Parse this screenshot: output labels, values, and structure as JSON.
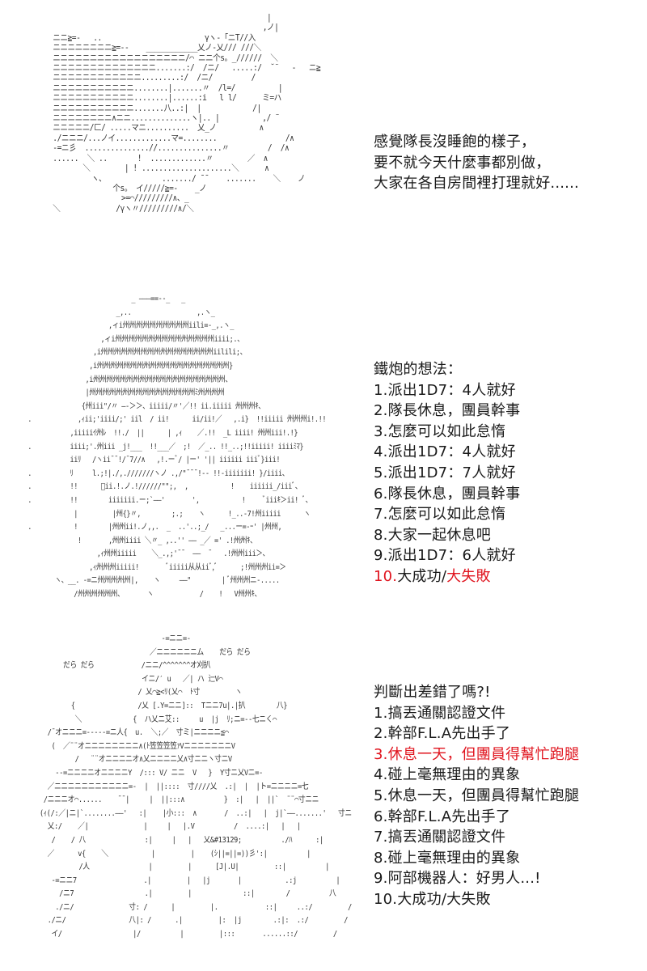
{
  "panels": [
    {
      "art": "                                                   |\n                                                  ,ノ|\n ニニ≧=-   ..                        γヽ-「ニT//入\n ニニニニニニニニ≧=--    ____________乂ノ-乂/// ///＼\n ニニニニニニニニニニニニニニニニニニ/⌒ ニニ个s。_//////  ＼\n ニニニニニニニニニニニニニニ.......:/  /ニ/   .....:/  ˘¨   -   ニ≧\n ニニニニニニニニニニニニ.........:/  /ニ/         /\n ニニニニニニニニニニニ........|.......〃  /l=/          |\n ニニニニニニニニニニニ........|......:i   l l/      ミ=ハ\n ニニニニニニニニニニニ.......八..:|  |            /|\n ニニニニニニニニ∧ニニ..............ヽ|.. |          ,/ ¨\n ニニニニニ/匚/ .....マニ..........  乂_ノ          ∧\n ./ニニニ/...ノイ.............マ=........                /∧\n -=ニ彡  ...............//...............〃         /  /∧\n ......  ＼ ..       !  .............〃        ／  ∧\n        ＼        | ! .....................＼      ∧\n          ヽ、             ......./ ¯¯    .......    ＼    ノ\n               个s。 イ/////≧=-    _ノ\n                 >=⌒/////////∧、_\n ＼             /γヽ〃/////////∧/＼",
      "lines": [
        {
          "text": "感覺隊長沒睡飽的樣子，",
          "color": "#1a1a1a"
        },
        {
          "text": "要不就今天什麼事都別做，",
          "color": "#1a1a1a"
        },
        {
          "text": "大家在各自房間裡打理就好......",
          "color": "#1a1a1a"
        }
      ]
    },
    {
      "art": "                              _ ―――==‐‐_   _\n                          _,..                 ,.ヽ_\n                        ,ィi州州州州州州州州州州iili=‐_,.ヽ_\n                      ,ィi州州州州州州州州州州州州州州州iiii;.、\n                    ,i州州州州州州州州州州州州州州州州州iilili;、\n                   ,i州州州州州州州州州州州州州州州州州州州州}\n                  ,i州州州州州州州州州州州州州州州州州州州州、\n                  |州州州州州州州州州州州州州州州州ﾐ州州州州\n                 {州iii\"/〃 ―‐＞＞、iiiii/〃'／!! ii.iiiii 州州州ｷ、\n   .            ,ｨii;'iiii/;' iil  / ii!      ii/ii!／   ,.i}  !!iiiii 州州州i!.!!\n              ,iiiiiｲ州ﾚ  !!./  ||      | ,ｨ    ／.!!  _L iiii! 州州iii!.!}\n   .          iiii;'.州iii _j!___  !!___／  ;!  ／_.. !!_..;!!iiiii! iiiiﾐﾏ}\n              iiﾘ   /ヽii¯¯!/¯7//∧   ,!.ーﾞ/ |ー' '|| iiiiii iiiﾞ}iii!\n   .          ﾘ     l.;!|./,.///////ヽノ .,/\"¯¯¯!-- !!-iiiiiii! }/iiii、\n   .          !!      ﾟii.!.ノ.!//////\"\";,  ,           !    iiiiii_/iiiﾞ、\n   .          !!        iiiiiii.ー;`――'       ',           !     ﾞiiiｷ＞ii! ﾞ、\n               |         |州{}〃,        ;.;    ヽ      !_..-7!州iiiii      ヽ\n   .           !        |州州ii!.ノ,,.  _  ..'..;_/   _...ー=‐ｰ' |州州,\n                !       ,州州iiii ＼〃_ ,..'' ―― _／ =' .!州州ｷ、\n                     ,ｨ州州iiiii    ＼_.,;'¯¯  ――  ¯   .!州州iii＞、\n                   ,ｨ州州州iiiii!       ﾞiiiii从从iiﾞ,ﾞ      ;!州州州ii=＞\n          ヽ、__. -=ニ州州州州州|,    ヽ     ――\"        | ﾞ州州州ニ-.....\n               /州州州州州州、      ヽ            /    !   V州州ｷ、",
      "lines": [
        {
          "text": "鐵炮的想法：",
          "color": "#1a1a1a"
        },
        {
          "text": "1.派出1D7：4人就好",
          "color": "#1a1a1a"
        },
        {
          "text": "2.隊長休息，團員幹事",
          "color": "#1a1a1a"
        },
        {
          "text": "3.怎麼可以如此怠惰",
          "color": "#1a1a1a"
        },
        {
          "text": "4.派出1D7：4人就好",
          "color": "#1a1a1a"
        },
        {
          "text": "5.派出1D7：7人就好",
          "color": "#1a1a1a"
        },
        {
          "text": "6.隊長休息，團員幹事",
          "color": "#1a1a1a"
        },
        {
          "text": "7.怎麼可以如此怠惰",
          "color": "#1a1a1a"
        },
        {
          "text": "8.大家一起休息吧",
          "color": "#1a1a1a"
        },
        {
          "text": "9.派出1D7：6人就好",
          "color": "#1a1a1a"
        }
      ],
      "last_line": {
        "number": "10.",
        "number_color": "#e0141e",
        "part_a": "大成功/",
        "part_a_color": "#1a1a1a",
        "part_b": "大失敗",
        "part_b_color": "#e0141e"
      }
    },
    {
      "art": "                                       -=ニニ=-\n                                    ／ニニニニニニム    だら だら\n              だら だら            /ニニ/^^^^^^^オ刈扒\n                                  イニ/′ u   ／| ハ 辷V⌒\n                                 / 乂⌒≧<ﾘ(乂⌒  ﾄ寸         ヽ\n                {                /乂 [.Y=ニニ]::  Tニニ7u|.|扒        八}\n                 ＼             {  ハ乂ニ艾::     u  |j  ﾘ;ニ=‐‐七ニく⌒\n          /¯オニニニ=-----=ニ人{  u.  ＼;／  寸ミ|ニニニニ≦⌒\n           (  ／¨¨オニニニニニニニニ∧(ﾄ笠笠笠笠ｧVニニニニニニニV\n                 /   ¨¨オニニニニオ∧乂ニニニニ乂∧寸ニニヽ寸ニV\n            -‐=ニニニニオニニニニY  /::: V/ ニニ  V   }  Y寸ニ乂Vニ=‐\n          ／ニニニニニニニニニニニ=-  |  ||::::  寸////乂  .:|  |  |ト=ニニニニ=七\n         /ニニニオ⌒......    ¯¯|     |  ||:::∧          }  :|   |  ||`  ¨¨⌒寸ニニ\n        (ｨ(/:／|ニ|`........――'   :|    |小:::  ∧       /  ..:|   |  j|`――.......'   寸ニ\n          乂:/    ／|              |     |   |.V          /  ....:|   |   |\n           /    / 八               :|     |   |   乂&#13129;          ./ﾊ      :|\n          ／      v{    ＼           |         |    (ｼ||=||=))彡':|          |\n                  /人               |         |      [J|.U|         ::|          |\n           -=ニニ7                 .|         |   |j       |           .:j          |\n             /ニ7                  .|         |             ::|        /          八\n            ./ニ/              寸: /      |         |.            ::|     ..:/         /\n          ./ニ/                八|: /      .|         |:  |j        .:|:  .:/         /\n           イ/                  |/          |         |:::       ......::/         /",
      "lines": [
        {
          "text": "判斷出差錯了嗎?!",
          "color": "#1a1a1a"
        },
        {
          "text": "1.搞丟通關認證文件",
          "color": "#1a1a1a"
        },
        {
          "text": "2.幹部F.L.A先出手了",
          "color": "#1a1a1a"
        },
        {
          "text": "3.休息一天，但團員得幫忙跑腿",
          "color": "#e0141e"
        },
        {
          "text": "4.碰上毫無理由的異象",
          "color": "#1a1a1a"
        },
        {
          "text": "5.休息一天，但團員得幫忙跑腿",
          "color": "#1a1a1a"
        },
        {
          "text": "6.幹部F.L.A先出手了",
          "color": "#1a1a1a"
        },
        {
          "text": "7.搞丟通關認證文件",
          "color": "#1a1a1a"
        },
        {
          "text": "8.碰上毫無理由的異象",
          "color": "#1a1a1a"
        },
        {
          "text": "9.阿部機器人：好男人...!",
          "color": "#1a1a1a"
        },
        {
          "text": "10.大成功/大失敗",
          "color": "#1a1a1a"
        }
      ]
    }
  ]
}
